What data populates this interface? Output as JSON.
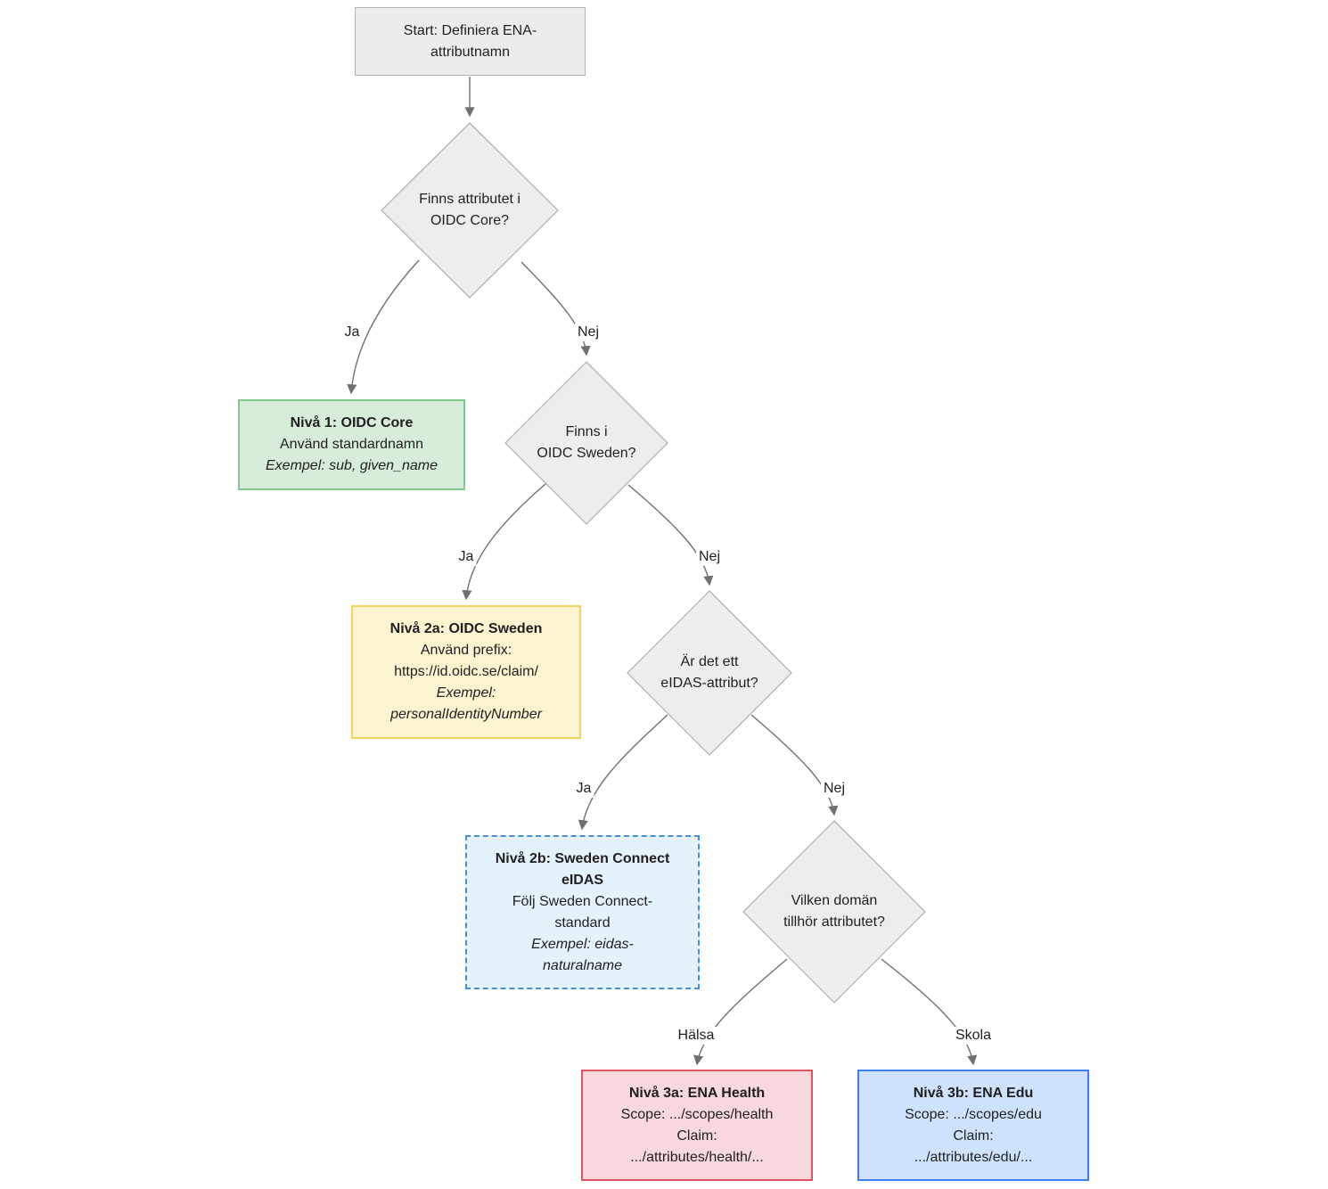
{
  "diagram": {
    "type": "flowchart-decision-tree",
    "language": "Swedish",
    "background": "#ffffff"
  },
  "colors": {
    "node_gray_fill": "#ececec",
    "node_gray_border": "#b4b4b4",
    "green_fill": "#d7ecd9",
    "green_border": "#80c88b",
    "yellow_fill": "#fdf3d0",
    "yellow_border": "#f3d45f",
    "lightblue_fill": "#e4f2fb",
    "lightblue_border": "#4a8fd3",
    "pink_fill": "#f8d8dc",
    "pink_border": "#de5462",
    "blue_fill": "#cfe2fd",
    "blue_border": "#3c7ff0",
    "edge_stroke": "#707070",
    "text": "#1f1f1f"
  },
  "nodes": {
    "start": {
      "shape": "rectangle",
      "lines": [
        "Start: Definiera ENA-",
        "attributnamn"
      ]
    },
    "decision_core": {
      "shape": "diamond",
      "lines": [
        "Finns attributet i",
        "OIDC Core?"
      ]
    },
    "level1": {
      "shape": "rectangle",
      "lines": [
        "Nivå 1: OIDC Core",
        "Använd standardnamn",
        "Exempel: sub, given_name"
      ]
    },
    "decision_sweden": {
      "shape": "diamond",
      "lines": [
        "Finns i",
        "OIDC Sweden?"
      ]
    },
    "level2a": {
      "shape": "rectangle",
      "lines": [
        "Nivå 2a: OIDC Sweden",
        "Använd prefix:",
        "https://id.oidc.se/claim/",
        "Exempel:",
        "personalIdentityNumber"
      ]
    },
    "decision_eidas": {
      "shape": "diamond",
      "lines": [
        "Är det ett",
        "eIDAS-attribut?"
      ]
    },
    "level2b": {
      "shape": "rectangle",
      "lines": [
        "Nivå 2b: Sweden Connect",
        "eIDAS",
        "Följ Sweden Connect-",
        "standard",
        "Exempel: eidas-",
        "naturalname"
      ]
    },
    "decision_domain": {
      "shape": "diamond",
      "lines": [
        "Vilken domän",
        "tillhör attributet?"
      ]
    },
    "level3a": {
      "shape": "rectangle",
      "lines": [
        "Nivå 3a: ENA Health",
        "Scope: .../scopes/health",
        "Claim:",
        ".../attributes/health/..."
      ]
    },
    "level3b": {
      "shape": "rectangle",
      "lines": [
        "Nivå 3b: ENA Edu",
        "Scope: .../scopes/edu",
        "Claim:",
        ".../attributes/edu/..."
      ]
    }
  },
  "edges": [
    {
      "from": "start",
      "to": "decision_core",
      "label": ""
    },
    {
      "from": "decision_core",
      "to": "level1",
      "label": "Ja"
    },
    {
      "from": "decision_core",
      "to": "decision_sweden",
      "label": "Nej"
    },
    {
      "from": "decision_sweden",
      "to": "level2a",
      "label": "Ja"
    },
    {
      "from": "decision_sweden",
      "to": "decision_eidas",
      "label": "Nej"
    },
    {
      "from": "decision_eidas",
      "to": "level2b",
      "label": "Ja"
    },
    {
      "from": "decision_eidas",
      "to": "decision_domain",
      "label": "Nej"
    },
    {
      "from": "decision_domain",
      "to": "level3a",
      "label": "Hälsa"
    },
    {
      "from": "decision_domain",
      "to": "level3b",
      "label": "Skola"
    }
  ]
}
